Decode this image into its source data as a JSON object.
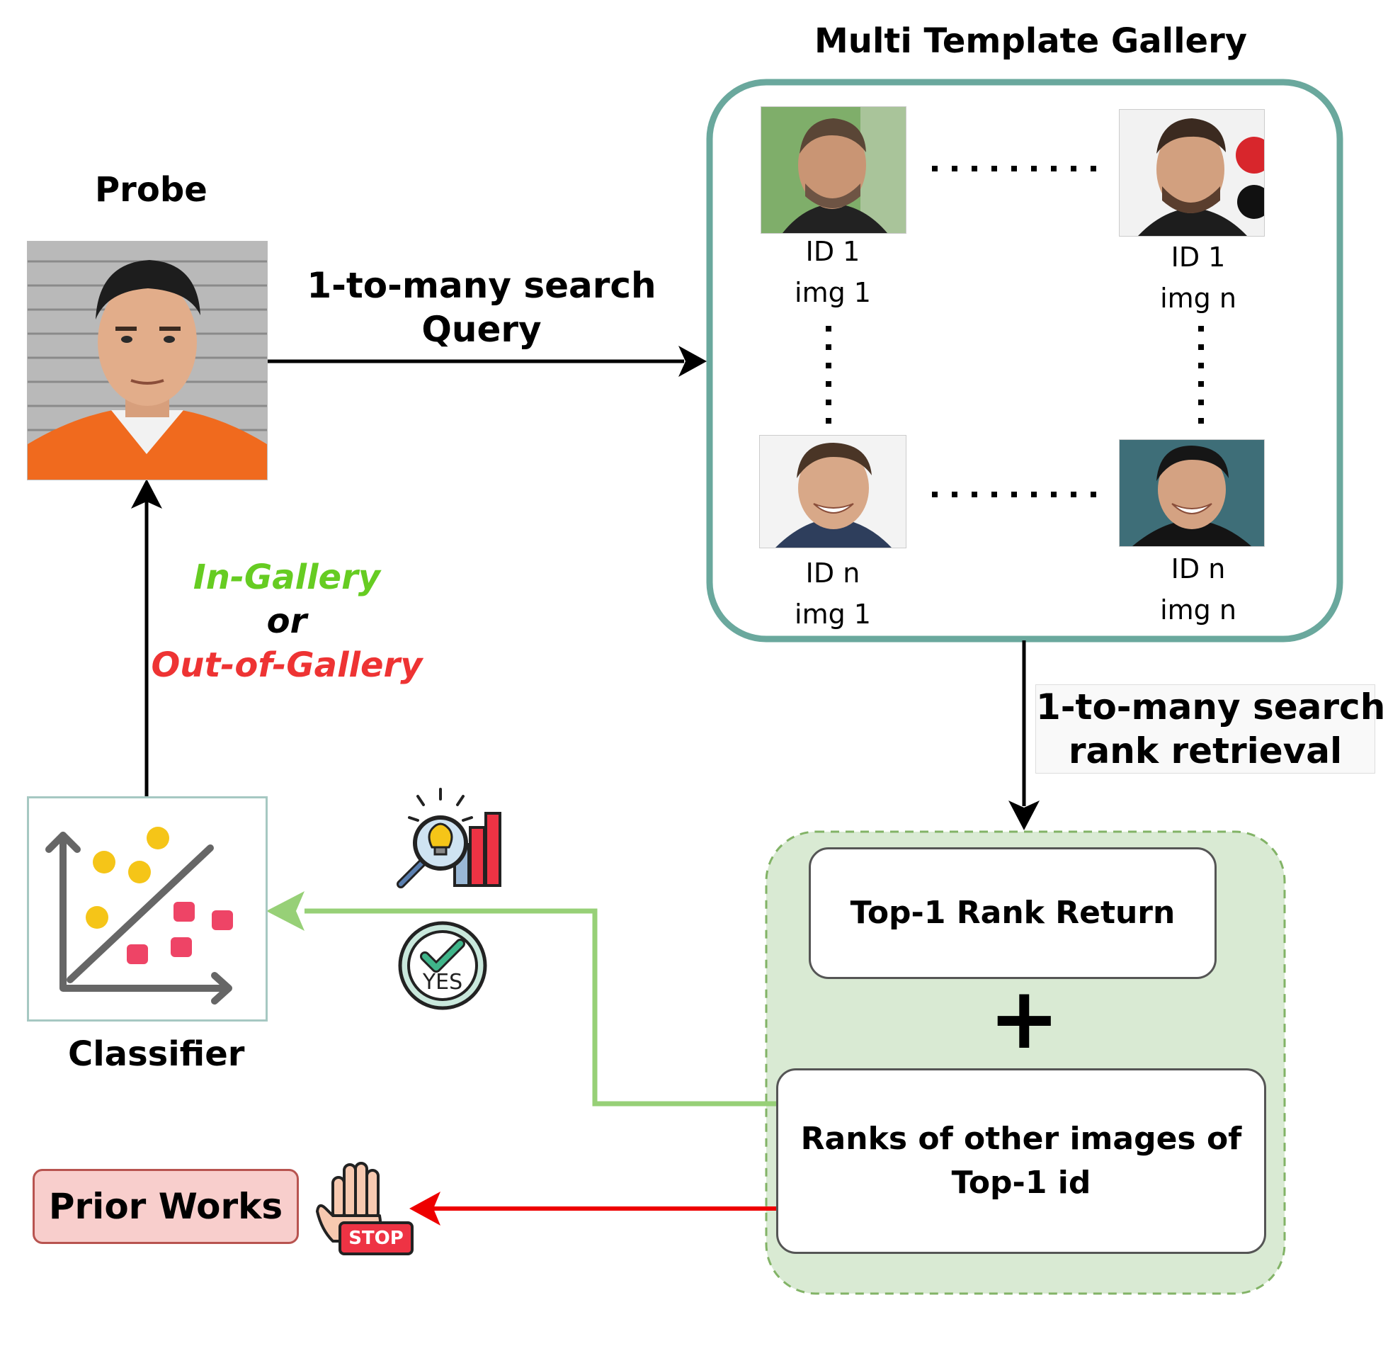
{
  "probe": {
    "title": "Probe"
  },
  "query": {
    "line1": "1-to-many search",
    "line2": "Query"
  },
  "gallery": {
    "title": "Multi Template Gallery",
    "items": [
      {
        "id": "ID 1",
        "img": "img 1"
      },
      {
        "id": "ID 1",
        "img": "img n"
      },
      {
        "id": "ID n",
        "img": "img 1"
      },
      {
        "id": "ID n",
        "img": "img n"
      }
    ]
  },
  "retrieval": {
    "line1": "1-to-many search",
    "line2": "rank retrieval"
  },
  "results": {
    "top1": "Top-1 Rank Return",
    "plus": "+",
    "ranks_line1": "Ranks of other images of",
    "ranks_line2": "Top-1 id"
  },
  "decision": {
    "in": "In-Gallery",
    "or": "or",
    "out": "Out-of-Gallery"
  },
  "classifier": {
    "title": "Classifier"
  },
  "yes_badge": "YES",
  "stop_badge": "STOP",
  "prior_works": "Prior Works",
  "colors": {
    "in_gallery": "#66cc22",
    "out_gallery": "#ee3333",
    "gallery_border": "#6aa89d",
    "results_fill": "#d9ead3",
    "results_border": "#82b366",
    "green_arrow": "#97d077",
    "red_arrow": "#ee0000",
    "prior_fill": "#f8cecc",
    "prior_border": "#b85450"
  }
}
